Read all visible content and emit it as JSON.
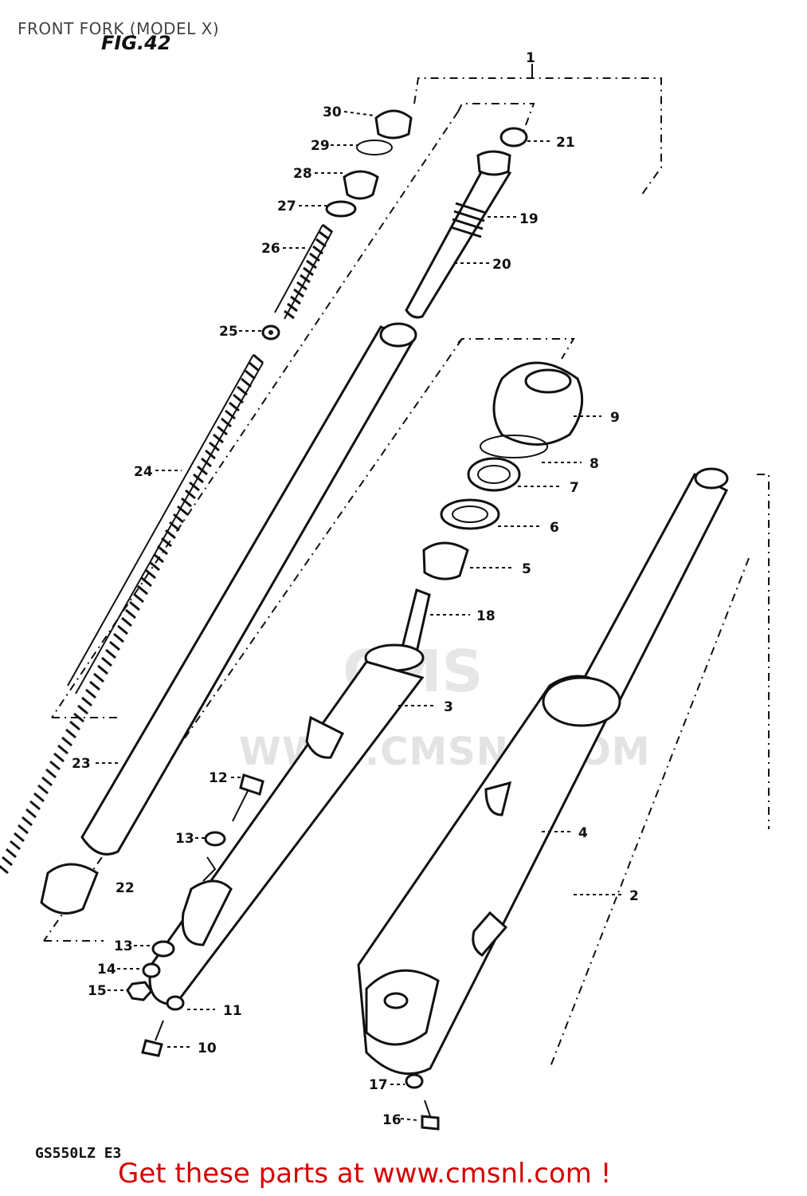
{
  "title": "FRONT FORK (MODEL X)",
  "figure": "FIG.42",
  "model_code": "GS550LZ E3",
  "cta": "Get these parts at www.cmsnl.com !",
  "watermark": {
    "logo": "CMS",
    "url": "WWW.CMSNL.COM"
  },
  "callouts": [
    {
      "number": "1"
    },
    {
      "number": "2"
    },
    {
      "number": "3"
    },
    {
      "number": "4"
    },
    {
      "number": "5"
    },
    {
      "number": "6"
    },
    {
      "number": "7"
    },
    {
      "number": "8"
    },
    {
      "number": "9"
    },
    {
      "number": "10"
    },
    {
      "number": "11"
    },
    {
      "number": "12"
    },
    {
      "number": "13"
    },
    {
      "number": "13"
    },
    {
      "number": "14"
    },
    {
      "number": "15"
    },
    {
      "number": "16"
    },
    {
      "number": "17"
    },
    {
      "number": "18"
    },
    {
      "number": "19"
    },
    {
      "number": "20"
    },
    {
      "number": "21"
    },
    {
      "number": "22"
    },
    {
      "number": "23"
    },
    {
      "number": "24"
    },
    {
      "number": "25"
    },
    {
      "number": "26"
    },
    {
      "number": "27"
    },
    {
      "number": "28"
    },
    {
      "number": "29"
    },
    {
      "number": "30"
    }
  ]
}
